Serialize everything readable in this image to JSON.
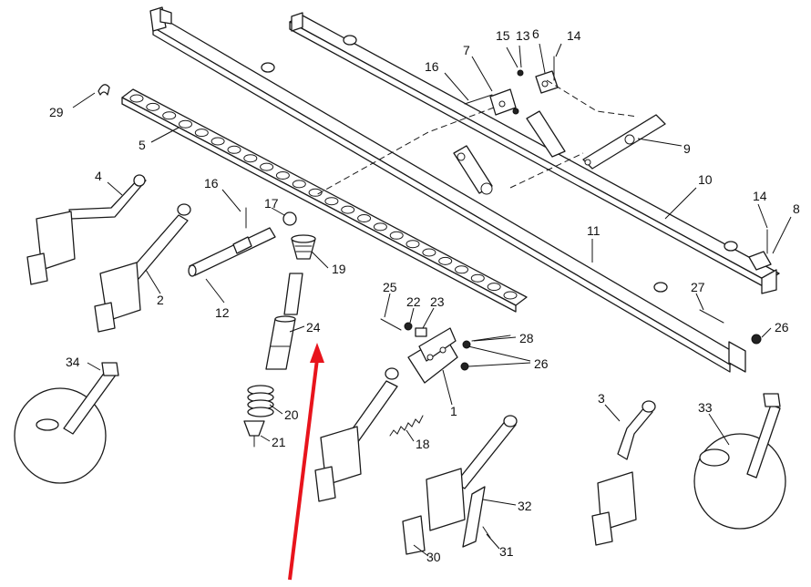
{
  "diagram": {
    "callout_labels": [
      "29",
      "5",
      "4",
      "2",
      "12",
      "16",
      "17",
      "19",
      "24",
      "20",
      "21",
      "34",
      "15",
      "13",
      "6",
      "14",
      "7",
      "9",
      "10",
      "14",
      "8",
      "11",
      "27",
      "26",
      "25",
      "22",
      "23",
      "28",
      "26",
      "1",
      "18",
      "3",
      "33",
      "32",
      "31",
      "30"
    ],
    "pointer_arrow_color": "#e8141c"
  }
}
